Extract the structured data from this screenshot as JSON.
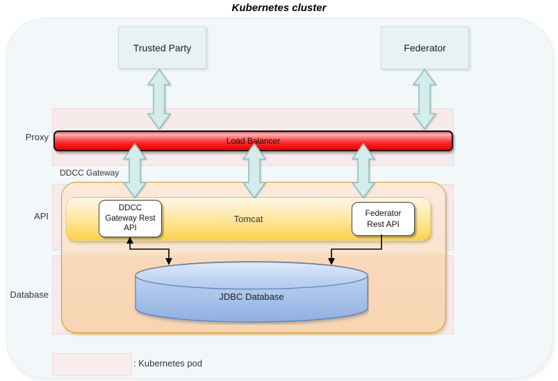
{
  "title": "Kubernetes cluster",
  "external_nodes": {
    "trusted_party": "Trusted Party",
    "federator": "Federator"
  },
  "row_labels": {
    "proxy": "Proxy",
    "api": "API",
    "database": "Database"
  },
  "proxy_layer": {
    "load_balancer": "Load Balancer",
    "gateway_label": "DDCC Gateway"
  },
  "api_layer": {
    "tomcat": "Tomcat",
    "ddcc_api": {
      "line1": "DDCC",
      "line2": "Gateway Rest",
      "line3": "API"
    },
    "federator_api": {
      "line1": "Federator",
      "line2": "Rest API"
    }
  },
  "database_layer": {
    "jdbc": "JDBC Database"
  },
  "legend": {
    "pod_label": ": Kubernetes pod"
  },
  "colors": {
    "pod_fill": "#f7eaea",
    "outer_fill": "#f2f8fa",
    "orange_border": "#d79b00",
    "orange_fill": "#f8d9ba",
    "yellow_fill": "#fdd24b",
    "load_balancer_red": "#ff2a2a",
    "arrow_fill": "#d2edeb",
    "arrow_stroke": "#93bdba",
    "cylinder_fill": "#a9c4ec",
    "cylinder_stroke": "#5a7fae",
    "external_node_fill": "#e7f3f3"
  }
}
